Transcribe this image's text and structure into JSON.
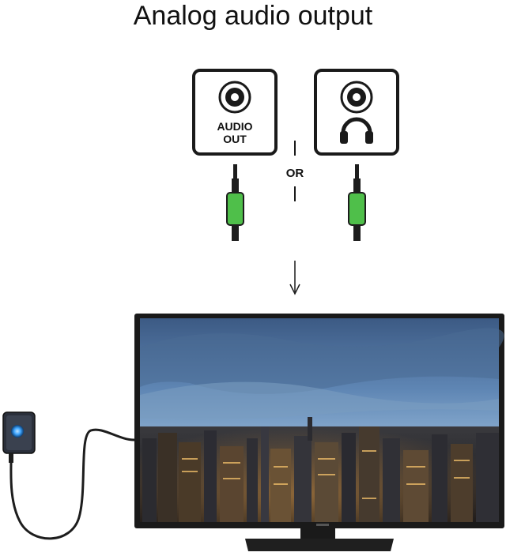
{
  "title": "Analog audio output",
  "left_port": {
    "label_line1": "AUDIO",
    "label_line2": "OUT",
    "icon": "audio-jack-icon"
  },
  "right_port": {
    "icon": "headphones-icon"
  },
  "separator": "OR",
  "colors": {
    "plug_green": "#4fbf4a",
    "plug_dark": "#1d1d1d",
    "tv_frame": "#1a1a1a",
    "device_body": "#2a2f3a",
    "device_led": "#3fa6ff"
  }
}
